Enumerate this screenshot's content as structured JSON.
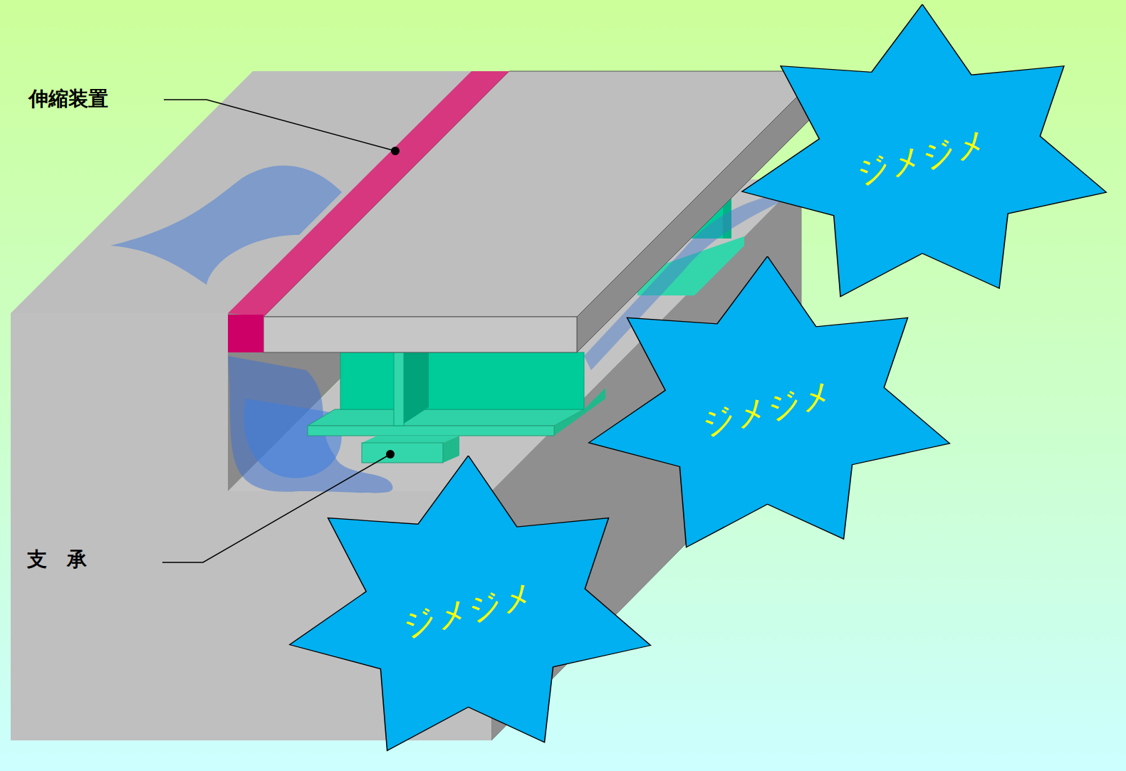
{
  "diagram": {
    "nodes": [
      {
        "text": [
          "ジメジメ"
        ]
      },
      {
        "text": [
          "ジメジメ"
        ]
      },
      {
        "text": [
          "ジメジメ"
        ]
      }
    ],
    "labels": [
      "伸縮装置",
      "支　承"
    ]
  }
}
